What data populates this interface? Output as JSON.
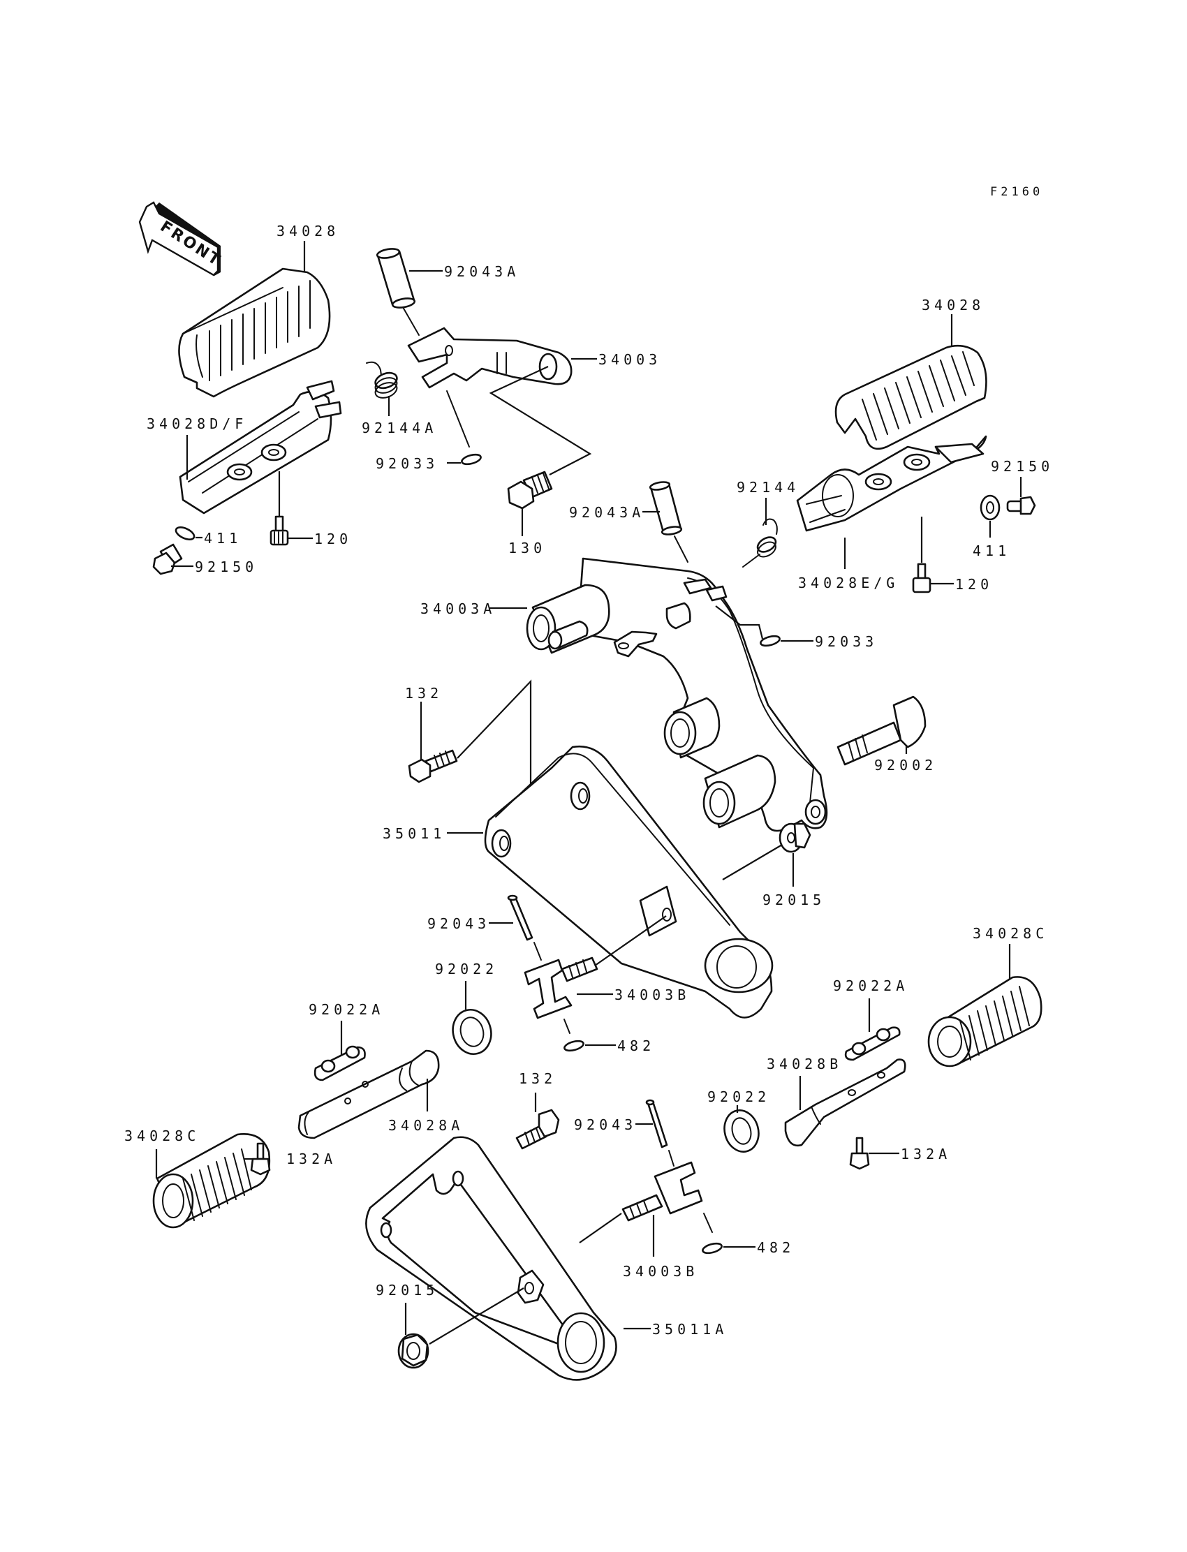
{
  "figure_id": "F2160",
  "front_arrow": {
    "label": "FRONT",
    "icon": "front-direction-arrow-icon"
  },
  "part_labels": {
    "p34028_top_left": "34028",
    "p92043A_top": "92043A",
    "p34003": "34003",
    "p34028DF": "34028D/F",
    "p92144A": "92144A",
    "p92033_left": "92033",
    "p411_left": "411",
    "p120_left": "120",
    "p92150_left": "92150",
    "p130": "130",
    "p34028_top_right": "34028",
    "p92144": "92144",
    "p92150_right": "92150",
    "p92043A_mid": "92043A",
    "p411_right": "411",
    "p34028EG": "34028E/G",
    "p120_right": "120",
    "p34003A": "34003A",
    "p92033_right": "92033",
    "p132_top": "132",
    "p92002": "92002",
    "p35011": "35011",
    "p92015_mid": "92015",
    "p92043_mid": "92043",
    "p92022_left": "92022",
    "p34003B_top": "34003B",
    "p34028C_right": "34028C",
    "p92022A_left": "92022A",
    "p92022A_right": "92022A",
    "p482_top": "482",
    "p34028B": "34028B",
    "p132_mid": "132",
    "p34028A": "34028A",
    "p92043_lower": "92043",
    "p92022_right": "92022",
    "p34028C_left": "34028C",
    "p132A_left": "132A",
    "p132A_right": "132A",
    "p482_lower": "482",
    "p34003B_lower": "34003B",
    "p92015_lower": "92015",
    "p35011A": "35011A"
  }
}
